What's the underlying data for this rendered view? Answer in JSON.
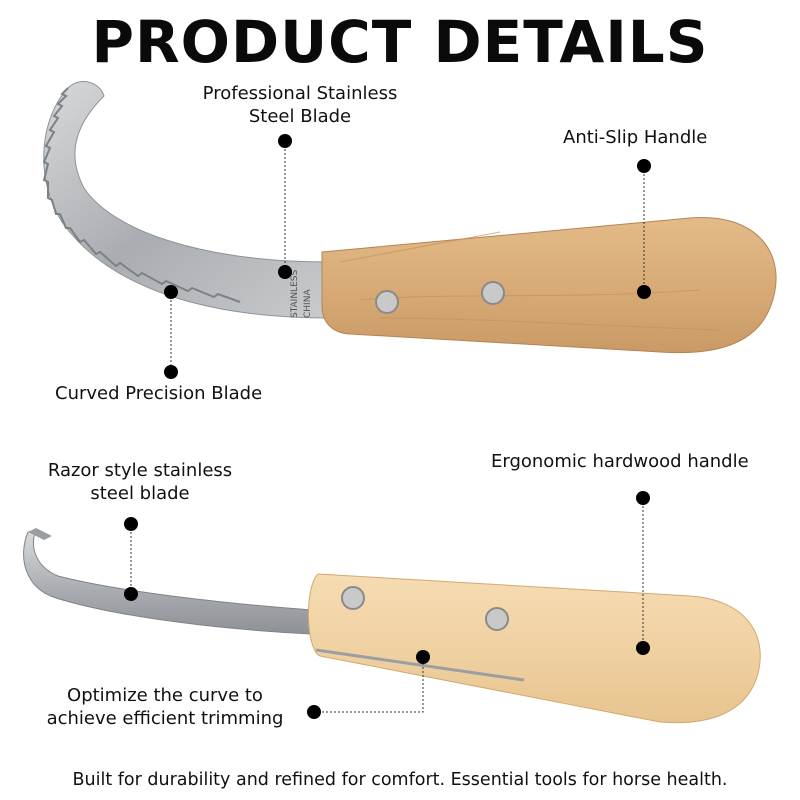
{
  "title": "PRODUCT DETAILS",
  "knife_top": {
    "blade_stamp": [
      "STAINLESS",
      "CHINA"
    ],
    "callouts": {
      "blade_material": [
        "Professional Stainless",
        "Steel Blade"
      ],
      "handle": [
        "Anti-Slip Handle"
      ],
      "curve": [
        "Curved Precision Blade"
      ]
    }
  },
  "knife_bottom": {
    "callouts": {
      "blade": [
        "Razor style stainless",
        "steel blade"
      ],
      "handle": [
        "Ergonomic hardwood handle"
      ],
      "curve": [
        "Optimize the curve to",
        "achieve efficient trimming"
      ]
    }
  },
  "footer": "Built for durability and refined for comfort. Essential tools for horse health.",
  "colors": {
    "steel": "#b9bcbf",
    "wood_dark": "#d9ae7c",
    "wood_light": "#f2d5a8",
    "dot": "#000000"
  }
}
